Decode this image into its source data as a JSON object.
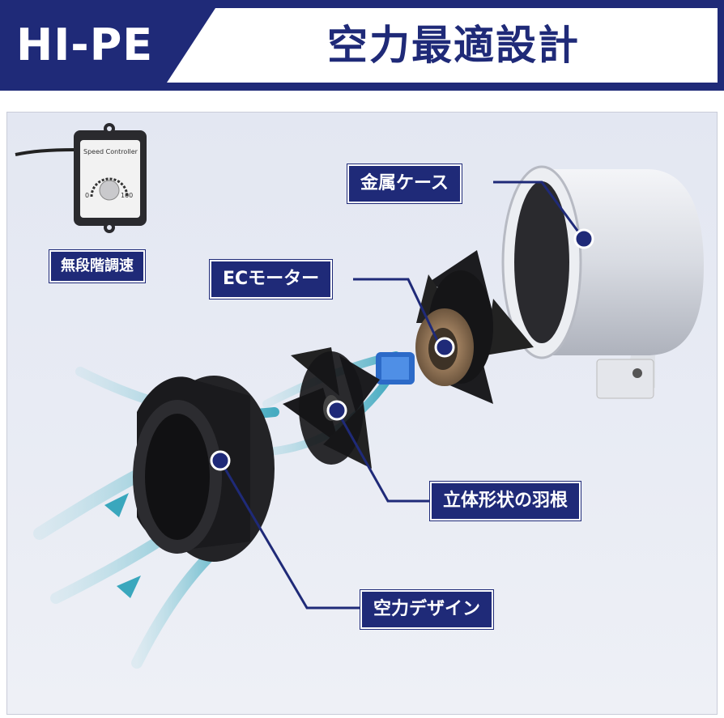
{
  "header": {
    "brand": "HI-PE",
    "headline": "空力最適設計",
    "colors": {
      "navy": "#1f2a78",
      "white": "#ffffff"
    }
  },
  "controller": {
    "title": "Speed Controller",
    "scale_min": "0",
    "scale_max": "100",
    "label": "無段階調速"
  },
  "callouts": {
    "case": "金属ケース",
    "motor": "ECモーター",
    "blade": "立体形状の羽根",
    "inlet": "空力デザイン"
  },
  "icons": [
    "speed-controller-icon",
    "metal-case-icon",
    "ec-motor-icon",
    "impeller-icon",
    "inlet-shroud-icon",
    "airflow-arrows-icon"
  ]
}
